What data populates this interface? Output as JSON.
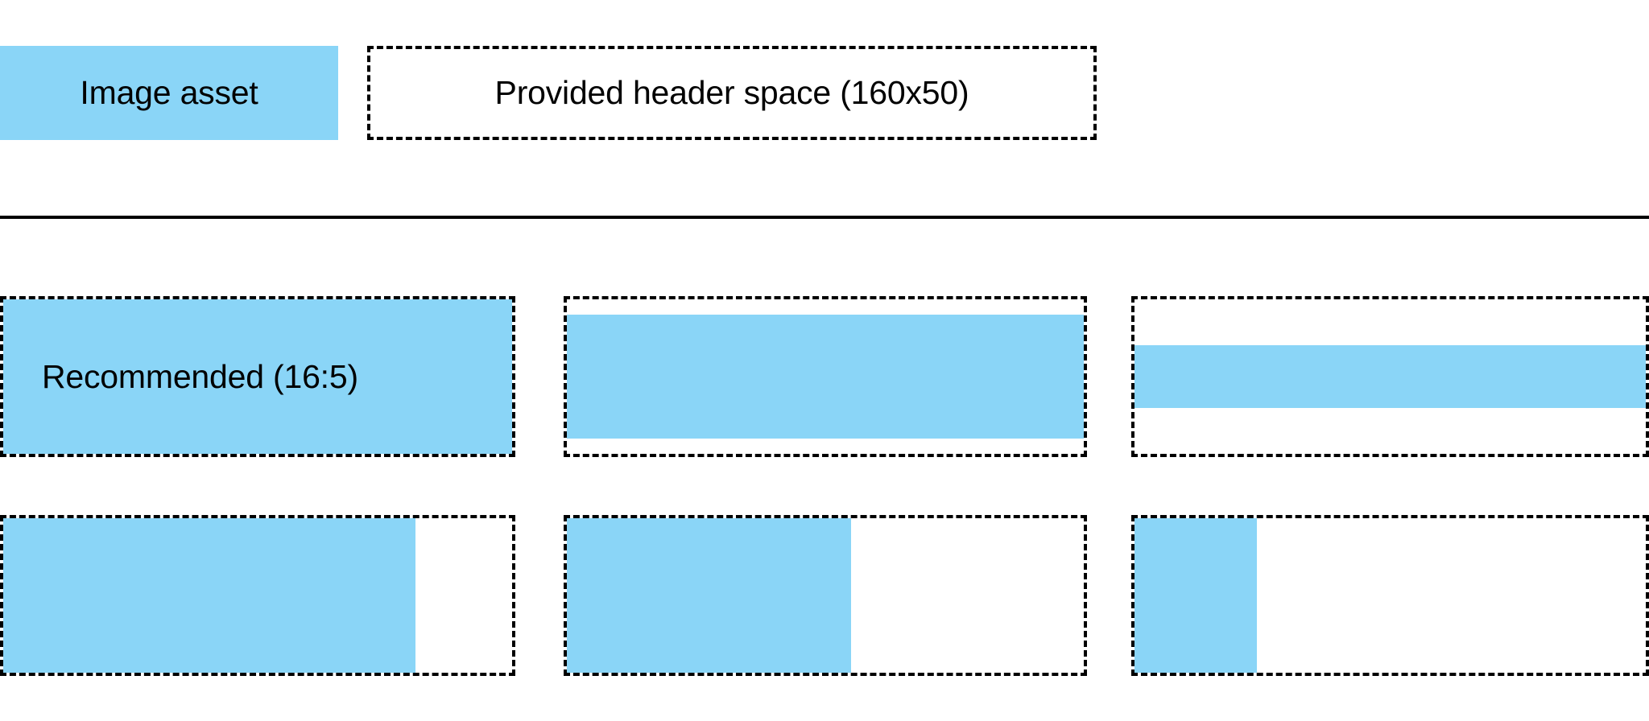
{
  "page": {
    "background_color": "#FFFFFF",
    "accent_color": "#8AD5F7",
    "outline_color": "#000000",
    "outline_style": "dashed"
  },
  "header": {
    "asset_swatch": {
      "label": "Image asset",
      "fill_color": "#8AD5F7"
    },
    "provided_space": {
      "label": "Provided header space (160x50)",
      "border_style": "dashed",
      "width_spec": 160,
      "height_spec": 50
    }
  },
  "divider": {
    "color": "#000000"
  },
  "grid": {
    "rows": [
      {
        "name": "row-wide",
        "cells": [
          {
            "name": "cell-recommended",
            "label": "Recommended (16:5)",
            "fill_width_pct": 100,
            "fill_height_pct": 100,
            "align_x": "left",
            "align_y": "top"
          },
          {
            "name": "cell-inset-vertical",
            "label": "",
            "fill_width_pct": 100,
            "fill_height_pct": 80,
            "align_x": "left",
            "align_y": "center"
          },
          {
            "name": "cell-band",
            "label": "",
            "fill_width_pct": 100,
            "fill_height_pct": 41,
            "align_x": "left",
            "align_y": "center"
          }
        ]
      },
      {
        "name": "row-narrow",
        "cells": [
          {
            "name": "cell-width-81",
            "label": "",
            "fill_width_pct": 81,
            "fill_height_pct": 100,
            "align_x": "left",
            "align_y": "top"
          },
          {
            "name": "cell-width-55",
            "label": "",
            "fill_width_pct": 55,
            "fill_height_pct": 100,
            "align_x": "left",
            "align_y": "top"
          },
          {
            "name": "cell-width-24",
            "label": "",
            "fill_width_pct": 24,
            "fill_height_pct": 100,
            "align_x": "left",
            "align_y": "top"
          }
        ]
      }
    ]
  }
}
